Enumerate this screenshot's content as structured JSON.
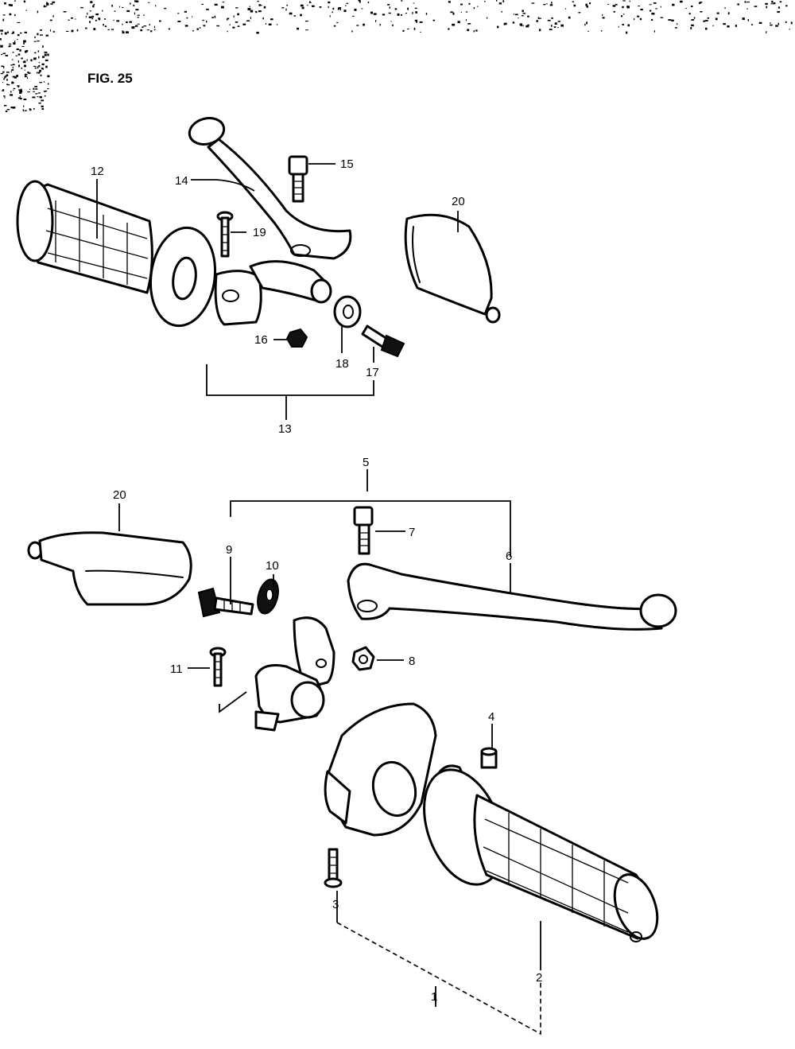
{
  "figure": {
    "title": "FIG. 25"
  },
  "labels": {
    "p1": "1",
    "p2": "2",
    "p3": "3",
    "p4": "4",
    "p5": "5",
    "p6": "6",
    "p7": "7",
    "p8": "8",
    "p9": "9",
    "p10": "10",
    "p11": "11",
    "p12": "12",
    "p13": "13",
    "p14": "14",
    "p15": "15",
    "p16": "16",
    "p17": "17",
    "p18": "18",
    "p19": "19",
    "p20a": "20",
    "p20b": "20"
  }
}
